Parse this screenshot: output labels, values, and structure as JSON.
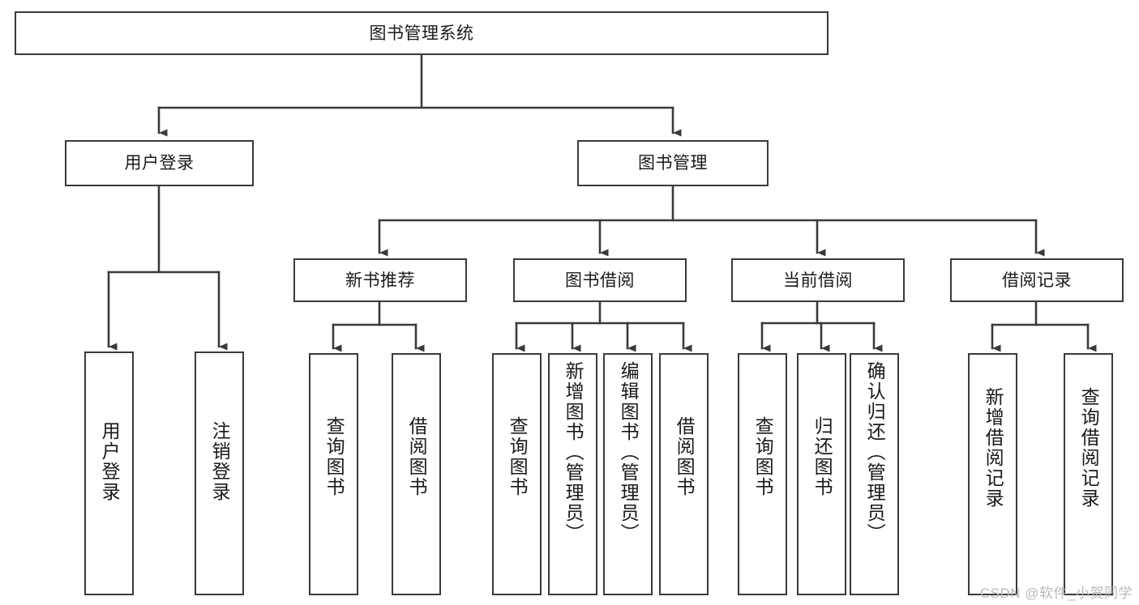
{
  "diagram": {
    "type": "tree-hierarchy",
    "title": "图书管理系统",
    "colors": {
      "box_border": "#3a3a3a",
      "box_fill": "#ffffff",
      "edge": "#3a3a3a",
      "text": "#1a1a1a",
      "watermark": "#b9b9b9"
    },
    "levels": {
      "root": {
        "label": "图书管理系统"
      },
      "level1": [
        {
          "id": "user-login",
          "label": "用户登录"
        },
        {
          "id": "book-management",
          "label": "图书管理"
        }
      ],
      "level2": [
        {
          "id": "new-book-recommend",
          "label": "新书推荐",
          "parent": "book-management"
        },
        {
          "id": "book-borrow",
          "label": "图书借阅",
          "parent": "book-management"
        },
        {
          "id": "current-borrow",
          "label": "当前借阅",
          "parent": "book-management"
        },
        {
          "id": "borrow-record",
          "label": "借阅记录",
          "parent": "book-management"
        }
      ],
      "leaves": [
        {
          "id": "leaf-user-login",
          "label": "用户登录",
          "parent": "user-login"
        },
        {
          "id": "leaf-logout-login",
          "label": "注销登录",
          "parent": "user-login"
        },
        {
          "id": "leaf-query-book-1",
          "label": "查询图书",
          "parent": "new-book-recommend"
        },
        {
          "id": "leaf-borrow-book-1",
          "label": "借阅图书",
          "parent": "new-book-recommend"
        },
        {
          "id": "leaf-query-book-2",
          "label": "查询图书",
          "parent": "book-borrow"
        },
        {
          "id": "leaf-add-book",
          "label": "新增图书（管理员）",
          "parent": "book-borrow"
        },
        {
          "id": "leaf-edit-book",
          "label": "编辑图书（管理员）",
          "parent": "book-borrow"
        },
        {
          "id": "leaf-borrow-book-2",
          "label": "借阅图书",
          "parent": "book-borrow"
        },
        {
          "id": "leaf-query-book-3",
          "label": "查询图书",
          "parent": "current-borrow"
        },
        {
          "id": "leaf-return-book",
          "label": "归还图书",
          "parent": "current-borrow"
        },
        {
          "id": "leaf-confirm-return",
          "label": "确认归还（管理员）",
          "parent": "current-borrow"
        },
        {
          "id": "leaf-add-record",
          "label": "新增借阅记录",
          "parent": "borrow-record"
        },
        {
          "id": "leaf-query-record",
          "label": "查询借阅记录",
          "parent": "borrow-record"
        }
      ]
    },
    "watermark": "CSDN @软件_小贺同学"
  }
}
